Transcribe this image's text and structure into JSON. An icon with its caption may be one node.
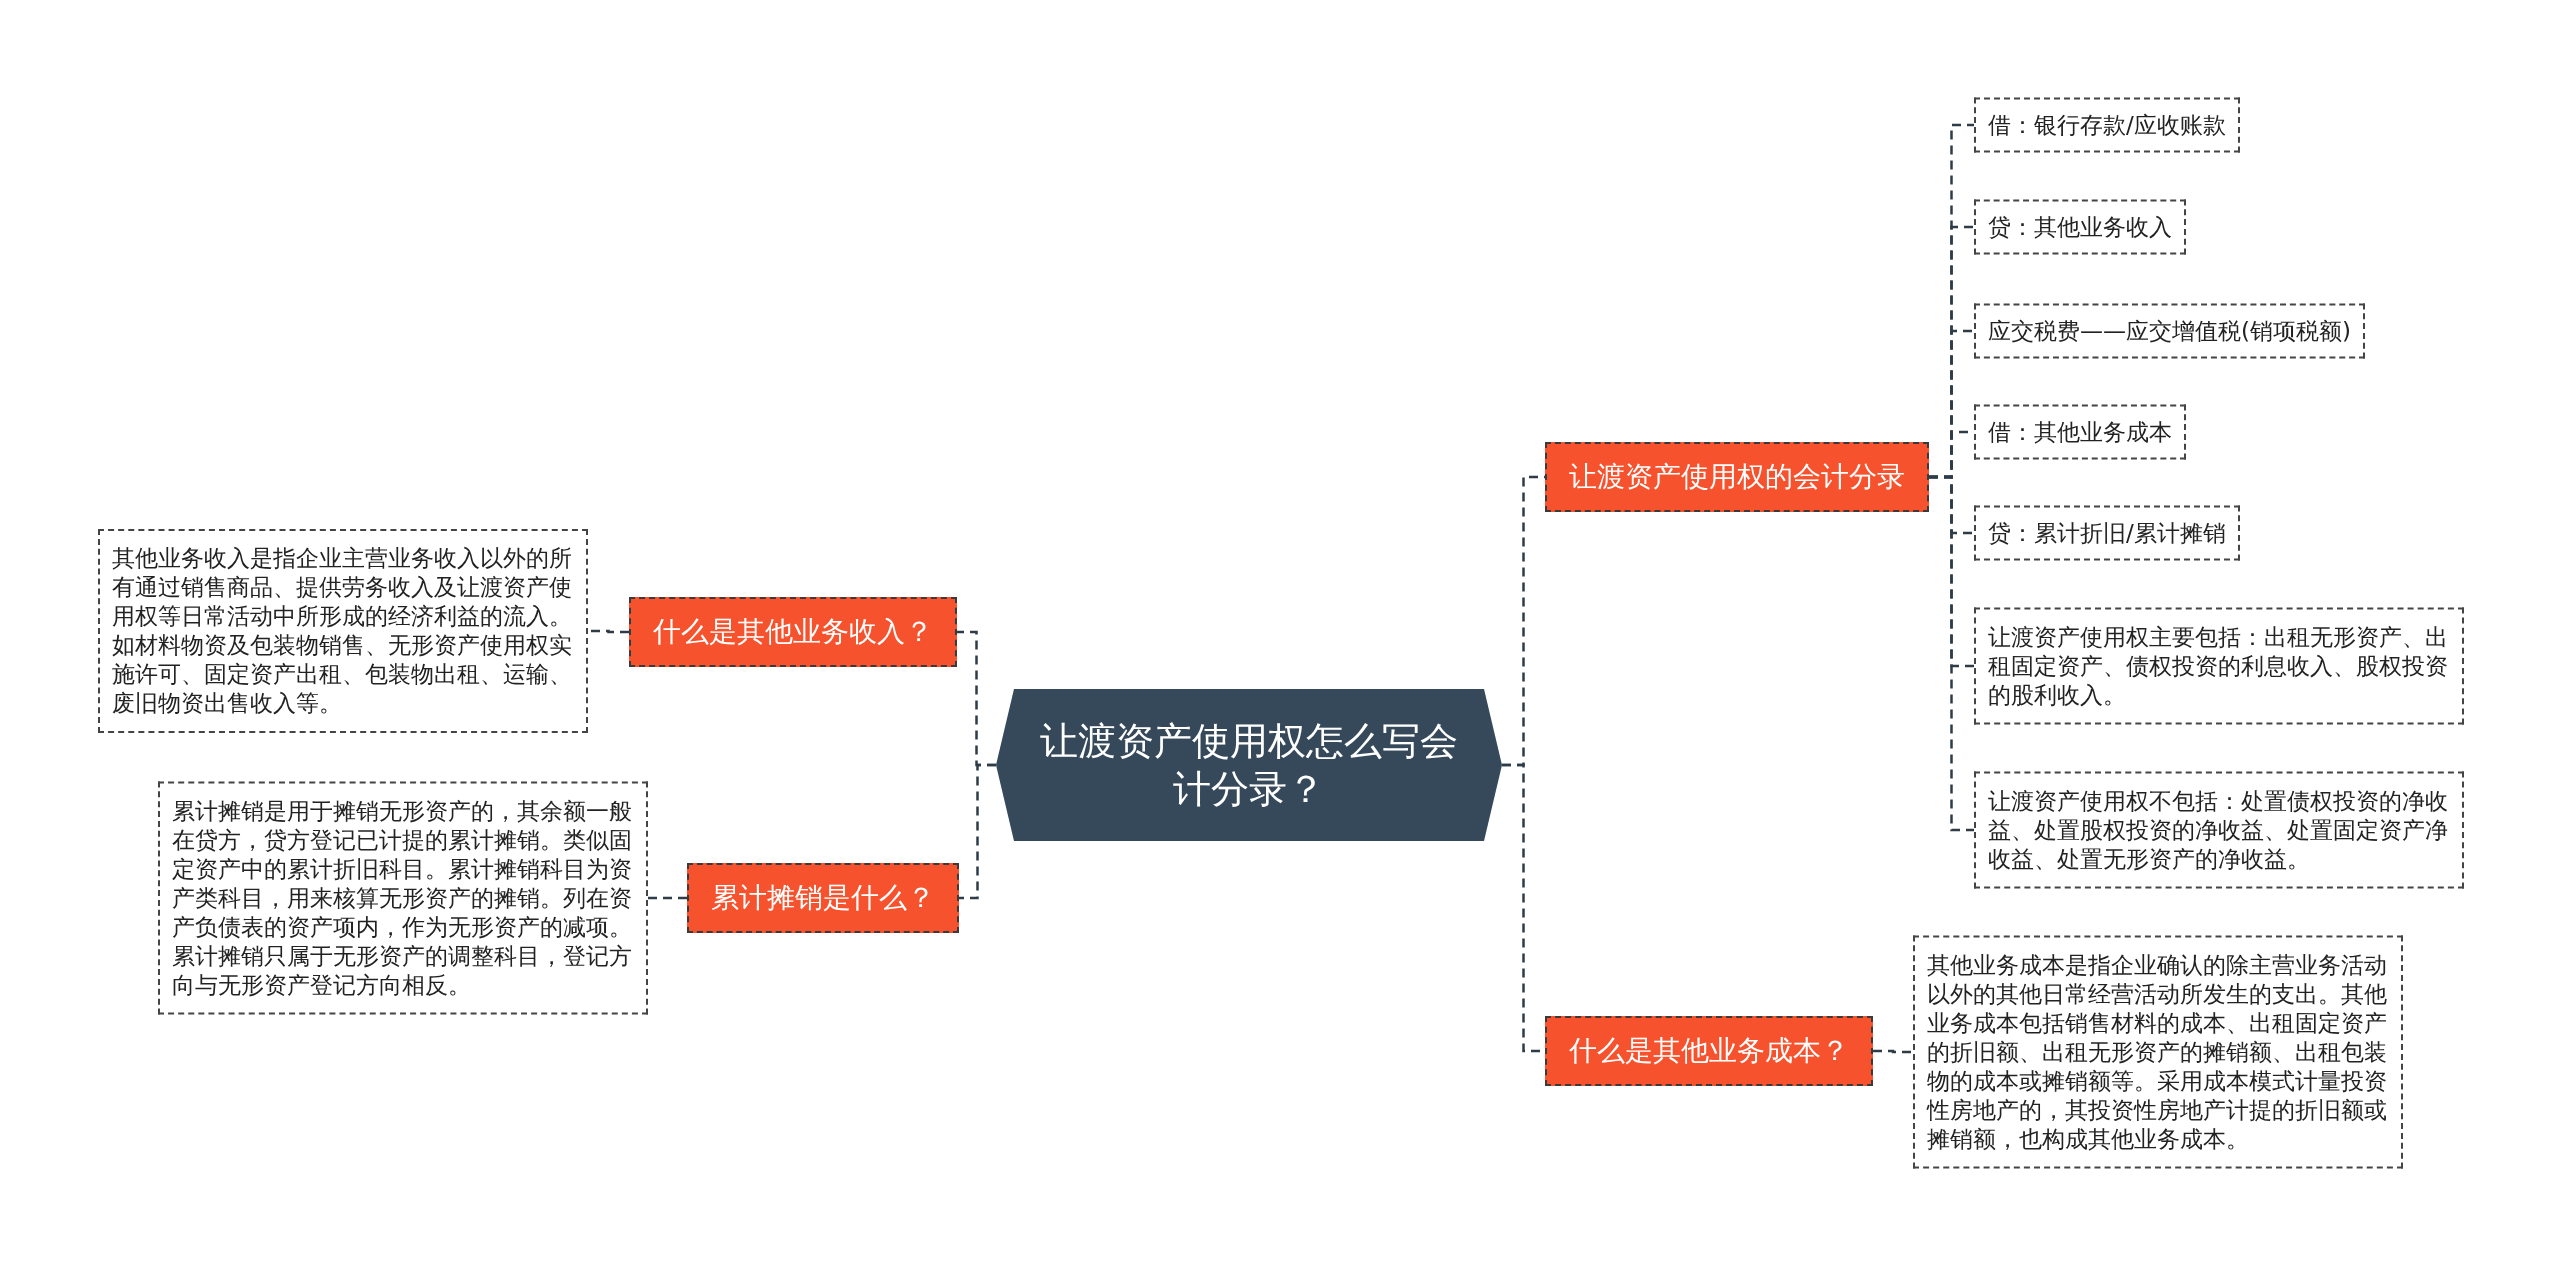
{
  "diagram": {
    "nodes": [
      {
        "text": [
          "让渡资产使用权怎么写会计分录？"
        ]
      },
      {
        "text": [
          "什么是其他业务收入？"
        ]
      },
      {
        "text": [
          "其他业务收入是指企业主营业务收入以外的所有通过销售商品、提供劳务收入及让渡资产使用权等日常活动中所形成的经济利益的流入。如材料物资及包装物销售、无形资产使用权实施许可、固定资产出租、包装物出租、运输、废旧物资出售收入等。"
        ]
      },
      {
        "text": [
          "累计摊销是什么？"
        ]
      },
      {
        "text": [
          "累计摊销是用于摊销无形资产的，其余额一般在贷方，贷方登记已计提的累计摊销。类似固定资产中的累计折旧科目。累计摊销科目为资产类科目，用来核算无形资产的摊销。列在资产负债表的资产项内，作为无形资产的减项。累计摊销只属于无形资产的调整科目，登记方向与无形资产登记方向相反。"
        ]
      },
      {
        "text": [
          "让渡资产使用权的会计分录"
        ]
      },
      {
        "text": [
          "借：银行存款/应收账款"
        ]
      },
      {
        "text": [
          "贷：其他业务收入"
        ]
      },
      {
        "text": [
          "应交税费——应交增值税(销项税额)"
        ]
      },
      {
        "text": [
          "借：其他业务成本"
        ]
      },
      {
        "text": [
          "贷：累计折旧/累计摊销"
        ]
      },
      {
        "text": [
          "让渡资产使用权主要包括：出租无形资产、出租固定资产、债权投资的利息收入、股权投资的股利收入。"
        ]
      },
      {
        "text": [
          "让渡资产使用权不包括：处置债权投资的净收益、处置股权投资的净收益、处置固定资产净收益、处置无形资产的净收益。"
        ]
      },
      {
        "text": [
          "什么是其他业务成本？"
        ]
      },
      {
        "text": [
          "其他业务成本是指企业确认的除主营业务活动以外的其他日常经营活动所发生的支出。其他业务成本包括销售材料的成本、出租固定资产的折旧额、出租无形资产的摊销额、出租包装物的成本或摊销额等。采用成本模式计量投资性房地产的，其投资性房地产计提的折旧额或摊销额，也构成其他业务成本。"
        ]
      }
    ],
    "edges": [
      {
        "from": 0,
        "to": 1,
        "arrow": "none",
        "style": "dashed"
      },
      {
        "from": 1,
        "to": 2,
        "arrow": "none",
        "style": "dashed"
      },
      {
        "from": 0,
        "to": 3,
        "arrow": "none",
        "style": "dashed"
      },
      {
        "from": 3,
        "to": 4,
        "arrow": "none",
        "style": "dashed"
      },
      {
        "from": 0,
        "to": 5,
        "arrow": "none",
        "style": "dashed"
      },
      {
        "from": 5,
        "to": 6,
        "arrow": "none",
        "style": "dashed"
      },
      {
        "from": 5,
        "to": 7,
        "arrow": "none",
        "style": "dashed"
      },
      {
        "from": 5,
        "to": 8,
        "arrow": "none",
        "style": "dashed"
      },
      {
        "from": 5,
        "to": 9,
        "arrow": "none",
        "style": "dashed"
      },
      {
        "from": 5,
        "to": 10,
        "arrow": "none",
        "style": "dashed"
      },
      {
        "from": 5,
        "to": 11,
        "arrow": "none",
        "style": "dashed"
      },
      {
        "from": 5,
        "to": 12,
        "arrow": "none",
        "style": "dashed"
      },
      {
        "from": 0,
        "to": 13,
        "arrow": "none",
        "style": "dashed"
      },
      {
        "from": 13,
        "to": 14,
        "arrow": "none",
        "style": "dashed"
      }
    ]
  }
}
